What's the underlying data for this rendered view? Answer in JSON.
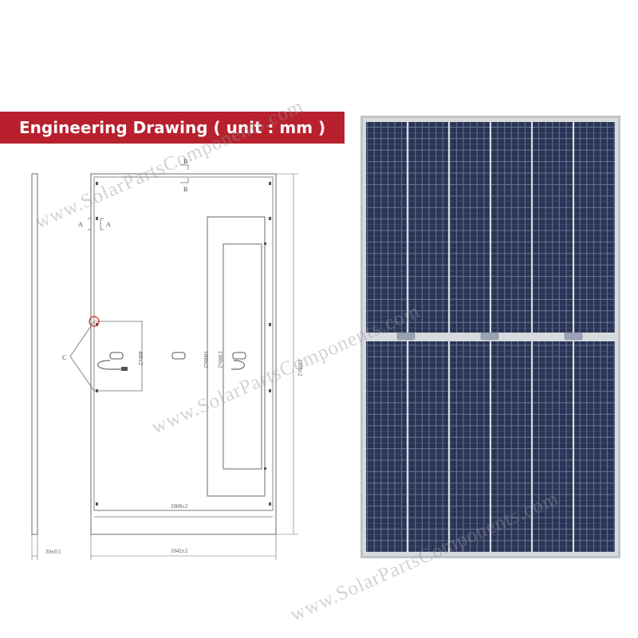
{
  "header": {
    "title": "Engineering Drawing  ( unit : mm )"
  },
  "drawing": {
    "section_b": "B",
    "section_a": "A",
    "detail_c": "C",
    "dim_side_thickness": "30±0.5",
    "dim_length": "2108±2",
    "dim_width_outer": "1042±2",
    "dim_width_inner": "1008±2",
    "dim_mount_1": "1600±2",
    "dim_mount_2": "1300±2",
    "dim_cable": "400±2"
  },
  "watermark": {
    "text": "www.SolarPartsComponents.com"
  },
  "colors": {
    "banner": "#b8202e",
    "frame": "#bfc3c6",
    "cell": "#2a3556",
    "cell_line": "#6e7a9c"
  },
  "icons": [
    "red-circle-marker",
    "junction-box-icon",
    "mc4-connector-icon"
  ]
}
